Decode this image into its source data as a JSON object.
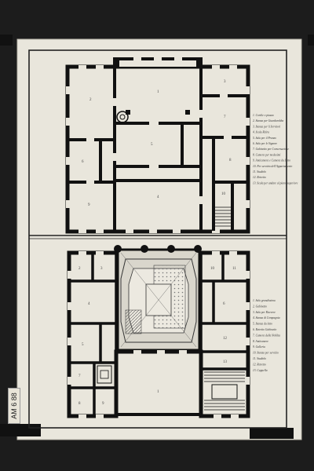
{
  "catalog_tag": {
    "text": "AM 6 88"
  },
  "plans": [
    {
      "id": "upper",
      "legend": [
        "1. Cortile o piazza",
        "2. Stanza per Guardarobba",
        "3. Stanza per li Servitori",
        "4. Scala Ritira",
        "5. Sala per il Pranzo",
        "6. Sala per le Signore",
        "7. Gabinetto per Conversazione",
        "8. Camera per medesimi",
        "9. Anticamera e Camera da Letto",
        "10. Per servizio dell'Appartamento",
        "11. Studiolo",
        "12. Retretto",
        "13. Scala per andare al piano superiore"
      ]
    },
    {
      "id": "lower",
      "legend": [
        "1. Sala grandissima",
        "2. Gabinetto",
        "3. Sala per Ricevere",
        "4. Stanza di Compagnia",
        "5. Stanza da letto",
        "6. Retretto Gabinetto",
        "7. Camera della Nobilta",
        "8. Anticamere",
        "9. Galleria",
        "10. Stanza per servizio",
        "11. Studiolo",
        "12. Retretto",
        "13. Cappella"
      ]
    }
  ]
}
